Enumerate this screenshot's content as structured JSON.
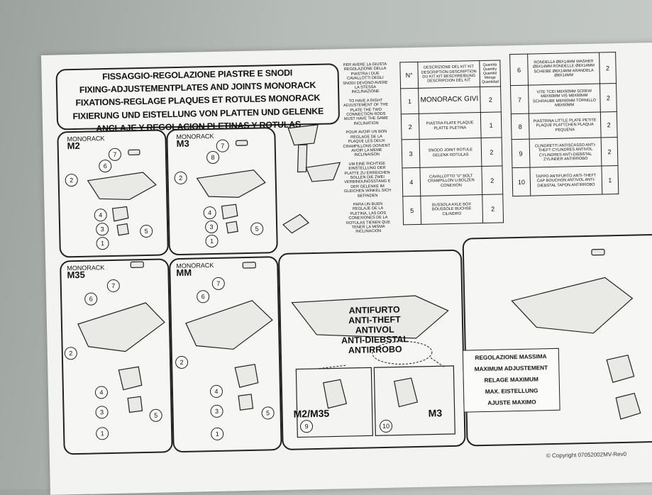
{
  "title_lines": [
    "FISSAGGIO-REGOLAZIONE PIASTRE E SNODI",
    "FIXING-ADJUSTEMENTPLATES AND JOINTS MONORACK",
    "FIXATIONS-REGLAGE PLAQUES ET ROTULES MONORACK",
    "FIXIERUNG UND EISTELLUNG VON PLATTEN UND GELENKE",
    "ANCLAJE Y REGOLACION PLETINAS Y ROTULAS"
  ],
  "note_paragraphs": [
    "PER AVERE LA GIUSTA REGOLAZIONE DELLA PIASTRA I DUE CAVALLOTTI DEGLI SNODI DEVONO AVERE LA STESSA INCLINAZIONE",
    "TO HAVE A RIGHT ADJUSTEMENT OF THE PLATE THE TWO CONNECTION RODS MUST HAVE THE SAME INCLINATION",
    "POUR AVOIR UN BON REGLAGE DE LA PLAQUE LES DEUX CRAMPILLONS DOIVENT AVOIR LA MEME INCLINAISON",
    "UM EINE RICHTIGE EINSTELLUNG DER PLATTE ZU ERREICHEN SOLLEN DIE ZWEI VERBINDUNGSSTANG E DER GELENKE IM GLEICHEN WINKEL SICH BEFINDEN",
    "PARA UN BUEN REGLAJE DE LA PLETINA, LAS DOS CONEXIONES DE LA ROTULAS TIENEN QUE TENER LA MISMA INCLINACION"
  ],
  "kit_header": {
    "no": "N°",
    "description": "DESCRIZIONE DEL KIT KIT DESCRIPTION DESCRIPTION DU KIT KIT BESCHREIBUNG DESCRIPCION DEL KIT",
    "quantity": "Quantità Quantity Quantité Menge Quantidad"
  },
  "kit_items": [
    {
      "no": "1",
      "desc": "MONORACK GIVI",
      "qty": "2"
    },
    {
      "no": "2",
      "desc": "PIASTRA PLATE PLAQUE PLATTE PLETINA",
      "qty": "1"
    },
    {
      "no": "3",
      "desc": "SNODO JOINT ROTULE GELENK ROTULAS",
      "qty": "2"
    },
    {
      "no": "4",
      "desc": "CAVALLOTTO \"U\" BOLT CRAMPILLON U.BOLZEN CONEXION",
      "qty": "2"
    },
    {
      "no": "5",
      "desc": "BUSSOLA AXLE BOX BOUSSOLE BUCHSE CILINDRO",
      "qty": "2"
    },
    {
      "no": "6",
      "desc": "RONDELLA Ø8x14mm WASHER Ø8x14mm RONDELLE Ø8x14mm SCHEIBE Ø8x14mm ARANDELA Ø8x14mm",
      "qty": "2"
    },
    {
      "no": "7",
      "desc": "VITE TCEI M8x60mm SCREW M8x60mm VIS M8x60mm SCHRAUBE M8x60mm TORNILLO M8x60mm",
      "qty": "2"
    },
    {
      "no": "8",
      "desc": "PIASTRINA LITTLE PLATE PETITE PLAQUE PLATTCHEN PLAQUA PEQUENA",
      "qty": "2"
    },
    {
      "no": "9",
      "desc": "CLINDRETTI ANTISCASSO ANTI-THEFT CYLINDRES ANTIVOL CYLINDRES ANTI-DIEBSTAL ZYLINDER ANTIRROBO",
      "qty": "2"
    },
    {
      "no": "10",
      "desc": "TAPPO ANTIFURTO ANTI-THEFT CAP BOUCHON ANTIVOL ANTI-DIEBSTAL TAPON ANTIRROBO",
      "qty": "1"
    }
  ],
  "panels": [
    {
      "label": "MONORACK",
      "model": "M2",
      "callouts": [
        "7",
        "6",
        "2",
        "4",
        "3",
        "5",
        "1"
      ]
    },
    {
      "label": "MONORACK",
      "model": "M3",
      "callouts": [
        "7",
        "8",
        "2",
        "4",
        "3",
        "5",
        "1"
      ]
    },
    {
      "label": "MONORACK",
      "model": "M35",
      "callouts": [
        "7",
        "6",
        "2",
        "4",
        "3",
        "5",
        "1"
      ]
    },
    {
      "label": "MONORACK",
      "model": "MM",
      "callouts": [
        "7",
        "6",
        "2",
        "4",
        "3",
        "5",
        "1"
      ]
    }
  ],
  "anti_theft_lines": [
    "ANTIFURTO",
    "ANTI-THEFT",
    "ANTIVOL",
    "ANTI-DIEBSTAL",
    "ANTIRROBO"
  ],
  "detail_labels": {
    "left": "M2/M35",
    "right": "M3",
    "left_callout": "9",
    "right_callout": "10"
  },
  "regulation_lines": [
    "REGOLAZIONE MASSIMA",
    "MAXIMUM ADJUSTEMENT",
    "RELAGE MAXIMUM",
    "MAX. EISTELLUNG",
    "AJUSTE MAXIMO"
  ],
  "copyright": "© Copyright 07052002MV-Rev0"
}
